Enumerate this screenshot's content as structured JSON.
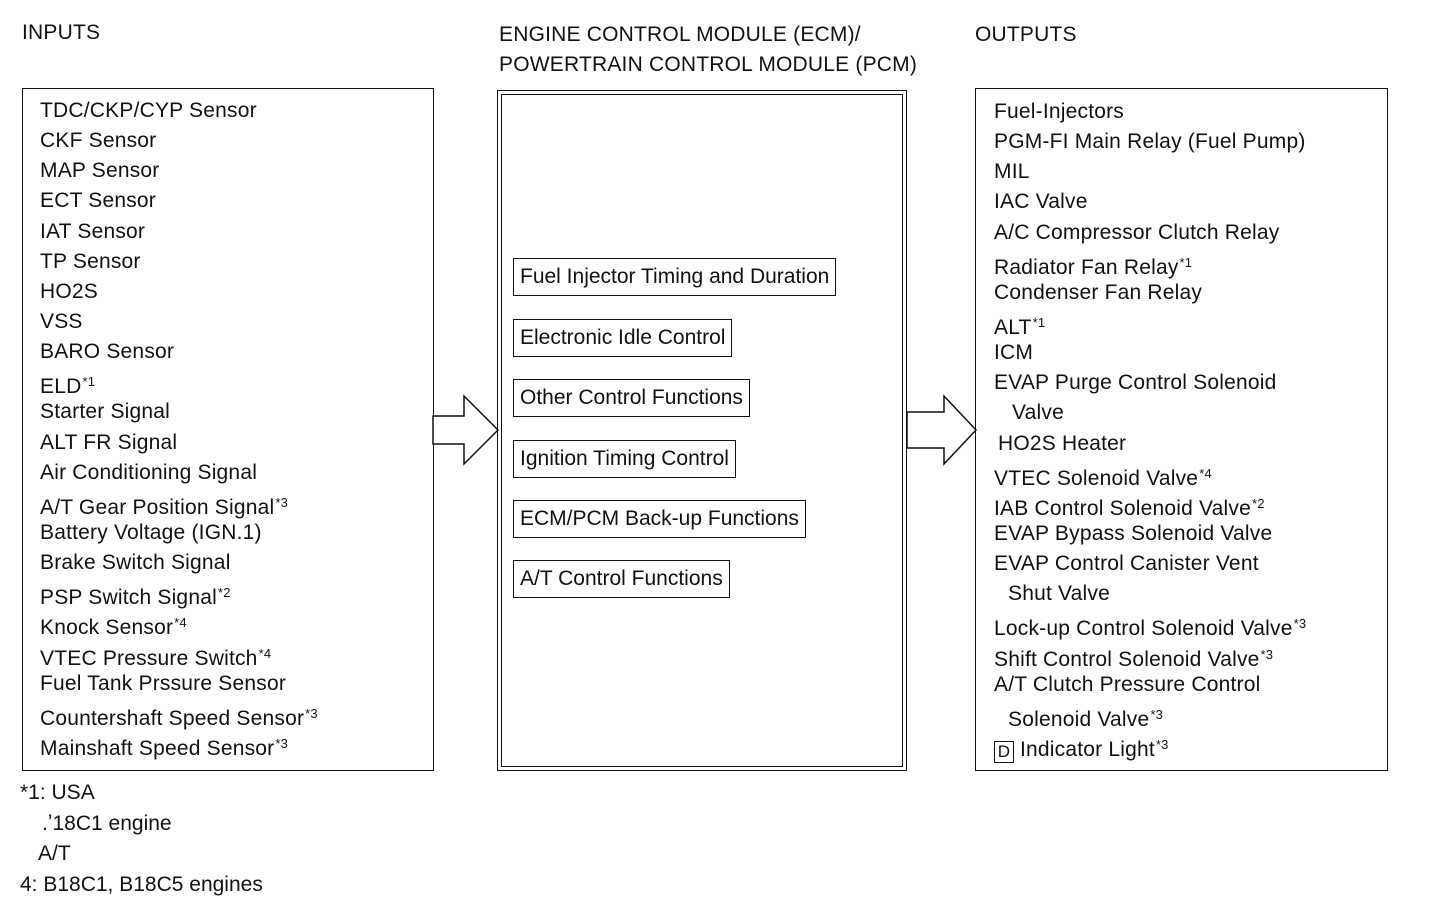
{
  "headings": {
    "inputs": "INPUTS",
    "ecm_line1": "ENGINE CONTROL MODULE (ECM)/",
    "ecm_line2": "POWERTRAIN CONTROL MODULE (PCM)",
    "outputs": "OUTPUTS"
  },
  "inputs": [
    {
      "text": "TDC/CKP/CYP Sensor",
      "fn": ""
    },
    {
      "text": "CKF Sensor",
      "fn": ""
    },
    {
      "text": "MAP Sensor",
      "fn": ""
    },
    {
      "text": "ECT Sensor",
      "fn": ""
    },
    {
      "text": "IAT Sensor",
      "fn": ""
    },
    {
      "text": "TP Sensor",
      "fn": ""
    },
    {
      "text": "HO2S",
      "fn": ""
    },
    {
      "text": "VSS",
      "fn": ""
    },
    {
      "text": "BARO Sensor",
      "fn": ""
    },
    {
      "text": "ELD",
      "fn": "*1"
    },
    {
      "text": "Starter Signal",
      "fn": ""
    },
    {
      "text": "ALT FR Signal",
      "fn": ""
    },
    {
      "text": "Air Conditioning Signal",
      "fn": ""
    },
    {
      "text": "A/T Gear Position Signal",
      "fn": "*3"
    },
    {
      "text": "Battery Voltage (IGN.1)",
      "fn": ""
    },
    {
      "text": "Brake Switch Signal",
      "fn": ""
    },
    {
      "text": "PSP Switch Signal",
      "fn": "*2"
    },
    {
      "text": "Knock Sensor",
      "fn": "*4"
    },
    {
      "text": "VTEC Pressure Switch",
      "fn": "*4"
    },
    {
      "text": "Fuel Tank Prssure Sensor",
      "fn": ""
    },
    {
      "text": "Countershaft Speed Sensor",
      "fn": "*3"
    },
    {
      "text": "Mainshaft Speed Sensor",
      "fn": "*3"
    }
  ],
  "ecm_functions": [
    "Fuel Injector Timing and Duration",
    "Electronic Idle Control",
    "Other Control Functions",
    "Ignition Timing Control",
    "ECM/PCM Back-up Functions",
    "A/T Control Functions"
  ],
  "outputs": [
    {
      "text": "Fuel-Injectors",
      "fn": ""
    },
    {
      "text": "PGM-FI Main Relay (Fuel Pump)",
      "fn": ""
    },
    {
      "text": "MIL",
      "fn": ""
    },
    {
      "text": "IAC Valve",
      "fn": ""
    },
    {
      "text": "A/C Compressor Clutch Relay",
      "fn": ""
    },
    {
      "text": "Radiator Fan Relay",
      "fn": "*1"
    },
    {
      "text": "Condenser Fan Relay",
      "fn": ""
    },
    {
      "text": "ALT",
      "fn": "*1"
    },
    {
      "text": "ICM",
      "fn": ""
    },
    {
      "text": "EVAP Purge Control Solenoid",
      "fn": ""
    },
    {
      "text": "Valve",
      "fn": "",
      "indent": true
    },
    {
      "text": "HO2S Heater",
      "fn": "",
      "indent_small": true
    },
    {
      "text": "VTEC Solenoid Valve",
      "fn": "*4"
    },
    {
      "text": "IAB Control Solenoid Valve",
      "fn": "*2"
    },
    {
      "text": "EVAP Bypass Solenoid Valve",
      "fn": ""
    },
    {
      "text": "EVAP Control Canister Vent",
      "fn": ""
    },
    {
      "text": "Shut Valve",
      "fn": "",
      "indent2": true
    },
    {
      "text": "Lock-up Control Solenoid Valve",
      "fn": "*3"
    },
    {
      "text": "Shift Control Solenoid Valve",
      "fn": "*3"
    },
    {
      "text": "A/T Clutch Pressure Control",
      "fn": ""
    },
    {
      "text": "Solenoid Valve",
      "fn": "*3",
      "indent2": true
    },
    {
      "text": "Indicator Light",
      "fn": "*3",
      "dbox": "D"
    }
  ],
  "footnotes": [
    "*1: USA",
    "  .ʼ18C1 engine",
    "    A/T",
    " 4: B18C1, B18C5 engines"
  ]
}
